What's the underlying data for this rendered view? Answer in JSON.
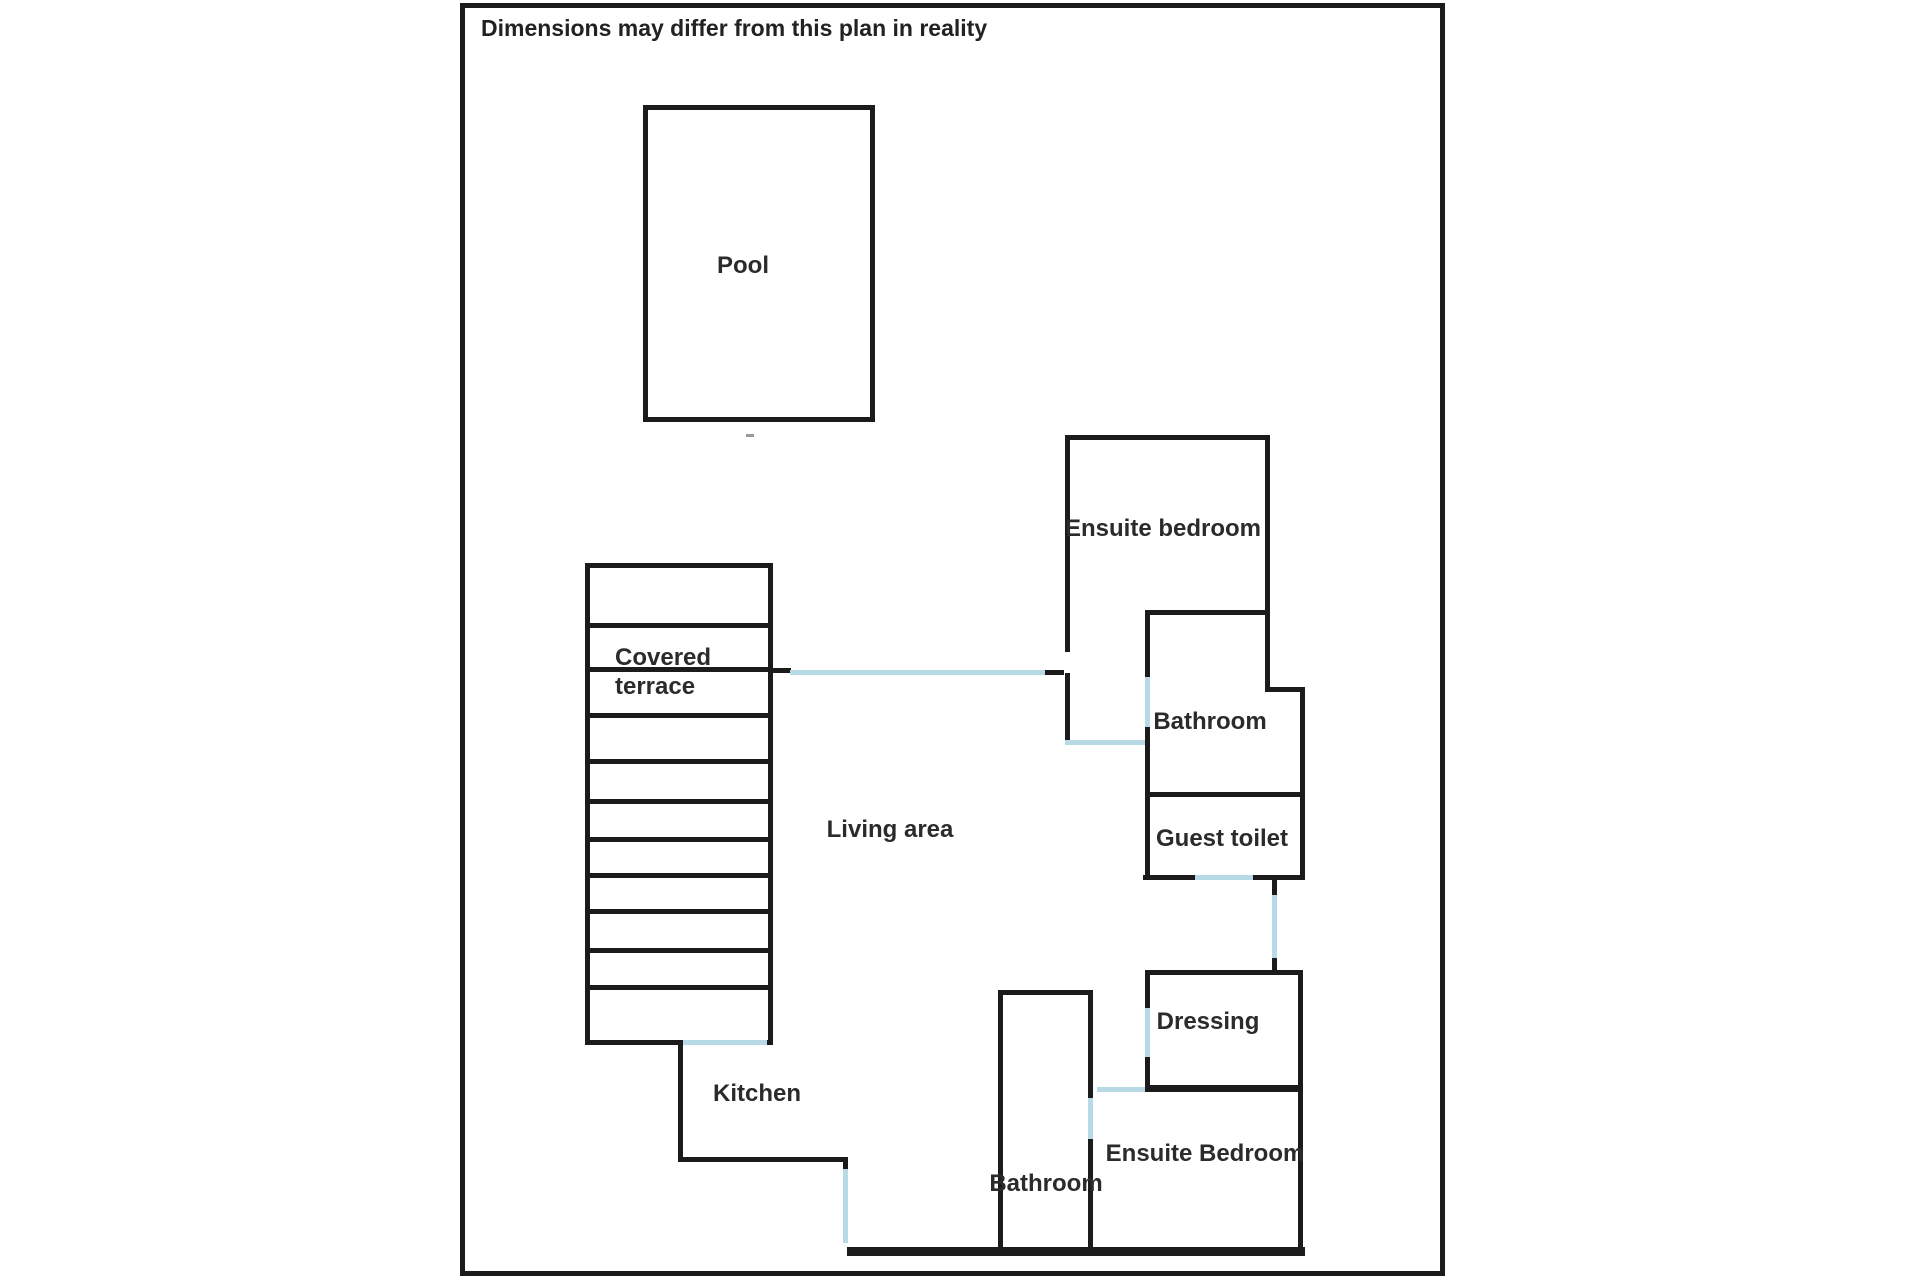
{
  "page": {
    "disclaimer": "Dimensions may differ from this plan in reality"
  },
  "rooms": {
    "pool": {
      "label": "Pool"
    },
    "covered_terrace": {
      "label_line1": "Covered",
      "label_line2": "terrace"
    },
    "living_area": {
      "label": "Living area"
    },
    "kitchen": {
      "label": "Kitchen"
    },
    "ensuite_bedroom_top": {
      "label": "Ensuite bedroom"
    },
    "bathroom_top": {
      "label": "Bathroom"
    },
    "guest_toilet": {
      "label": "Guest toilet"
    },
    "dressing": {
      "label": "Dressing"
    },
    "bathroom_bottom": {
      "label": "Bathroom"
    },
    "ensuite_bedroom_bottom": {
      "label": "Ensuite Bedroom"
    }
  },
  "colors": {
    "wall": "#1b1b1b",
    "door": "#b7dae6",
    "text": "#2b2b2b",
    "background": "#ffffff"
  }
}
